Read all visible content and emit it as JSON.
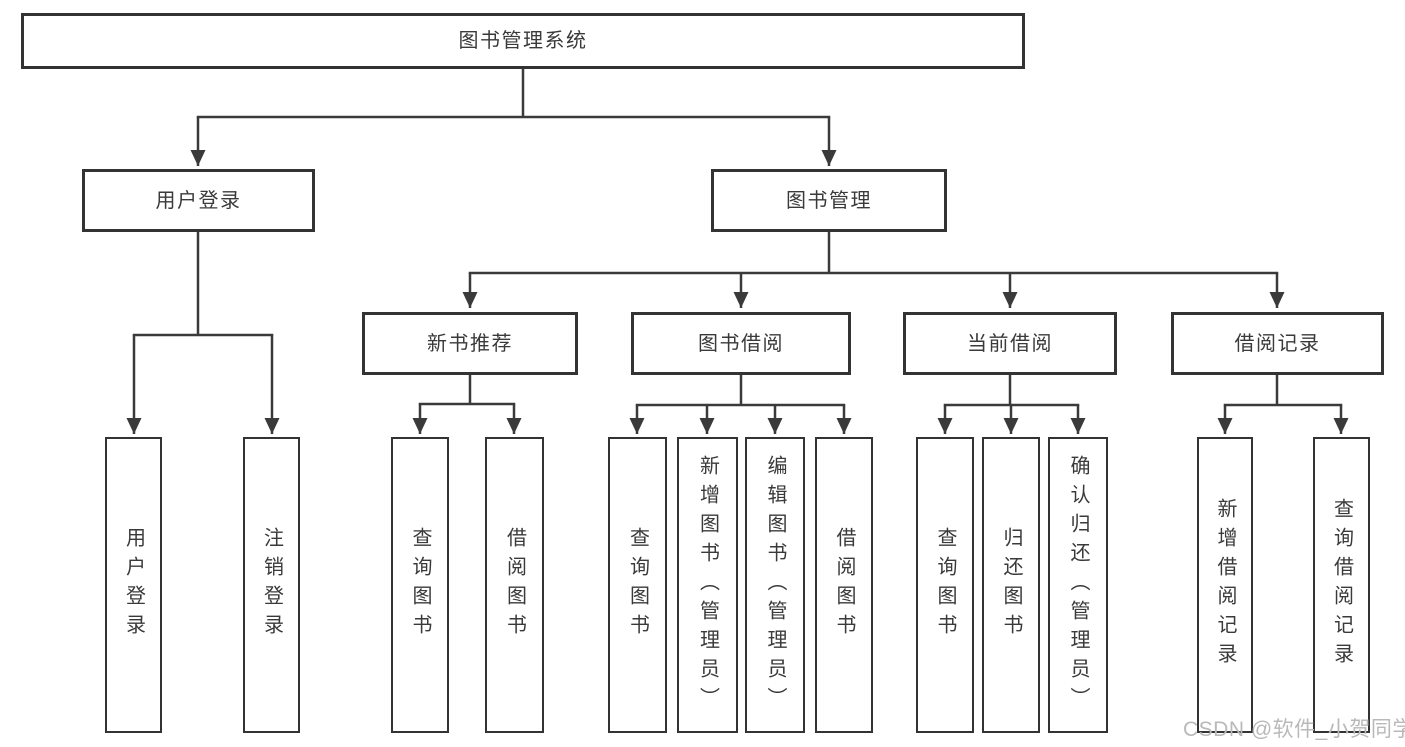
{
  "diagram": {
    "root": {
      "label": "图书管理系统"
    },
    "level2": {
      "user_login": {
        "label": "用户登录"
      },
      "book_mgmt": {
        "label": "图书管理"
      }
    },
    "level3": {
      "new_book_rec": {
        "label": "新书推荐",
        "parent": "图书管理"
      },
      "book_borrow": {
        "label": "图书借阅",
        "parent": "图书管理"
      },
      "current_borrow": {
        "label": "当前借阅",
        "parent": "图书管理"
      },
      "borrow_record": {
        "label": "借阅记录",
        "parent": "图书管理"
      }
    },
    "leaves": {
      "ul_login": {
        "label": "用户登录",
        "parent": "用户登录"
      },
      "ul_logout": {
        "label": "注销登录",
        "parent": "用户登录"
      },
      "nbr_query": {
        "label": "查询图书",
        "parent": "新书推荐"
      },
      "nbr_borrow": {
        "label": "借阅图书",
        "parent": "新书推荐"
      },
      "bb_query": {
        "label": "查询图书",
        "parent": "图书借阅"
      },
      "bb_add": {
        "label": "新增图书（管理员）",
        "parent": "图书借阅"
      },
      "bb_edit": {
        "label": "编辑图书（管理员）",
        "parent": "图书借阅"
      },
      "bb_borrow": {
        "label": "借阅图书",
        "parent": "图书借阅"
      },
      "cb_query": {
        "label": "查询图书",
        "parent": "当前借阅"
      },
      "cb_return": {
        "label": "归还图书",
        "parent": "当前借阅"
      },
      "cb_confirm": {
        "label": "确认归还（管理员）",
        "parent": "当前借阅"
      },
      "br_add": {
        "label": "新增借阅记录",
        "parent": "借阅记录"
      },
      "br_query": {
        "label": "查询借阅记录",
        "parent": "借阅记录"
      }
    }
  },
  "watermark": {
    "text": "CSDN @软件_小贺同学"
  },
  "colors": {
    "line": "#3a3a3a",
    "border": "#333333",
    "text": "#3a3a3a",
    "watermark": "#b9b9b9",
    "background": "#ffffff"
  }
}
